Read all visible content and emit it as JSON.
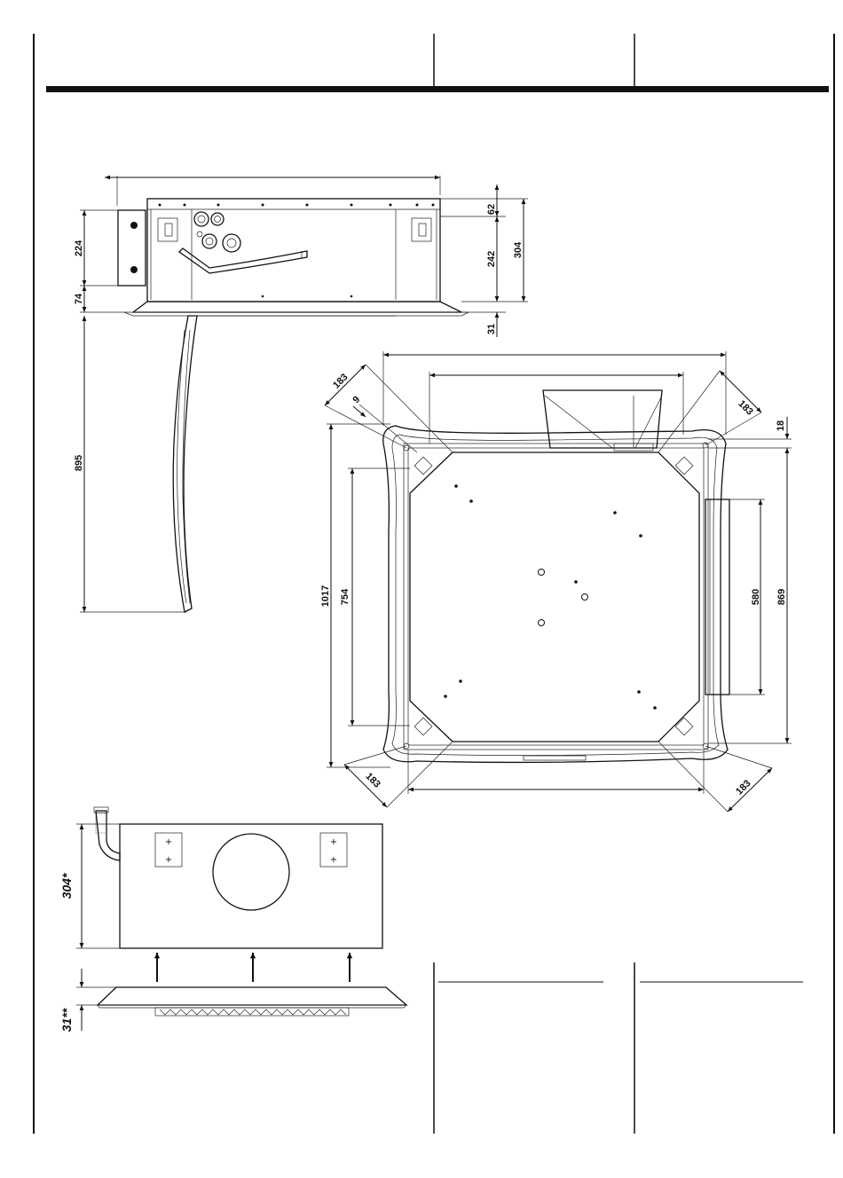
{
  "side_view": {
    "dims": {
      "d224": "224",
      "d74": "74",
      "d895": "895",
      "d62": "62",
      "d242": "242",
      "d304": "304",
      "d31": "31"
    }
  },
  "top_view": {
    "dims": {
      "d183_tl": "183",
      "d9": "9",
      "d183_tr": "183",
      "d18": "18",
      "d1017": "1017",
      "d754": "754",
      "d580": "580",
      "d869": "869",
      "d183_bl": "183",
      "d183_br": "183"
    }
  },
  "front_view": {
    "dims": {
      "d304s": "304*",
      "d31s": "31**"
    }
  },
  "colors": {
    "line": "#111111",
    "background": "#ffffff"
  }
}
